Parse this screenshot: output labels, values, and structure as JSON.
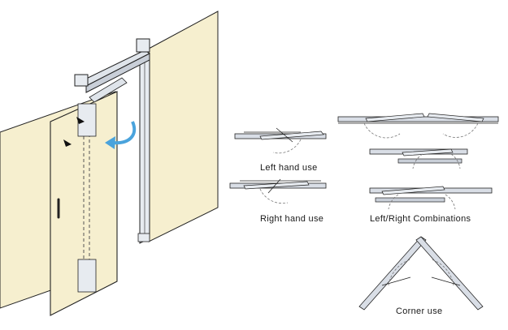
{
  "labels": {
    "left_hand": "Left hand use",
    "right_hand": "Right hand use",
    "combinations": "Left/Right Combinations",
    "corner": "Corner use"
  },
  "colors": {
    "panel": "#f6efcf",
    "line": "#222222",
    "metal": "#d9dee6",
    "arrow": "#4aa3dc"
  }
}
